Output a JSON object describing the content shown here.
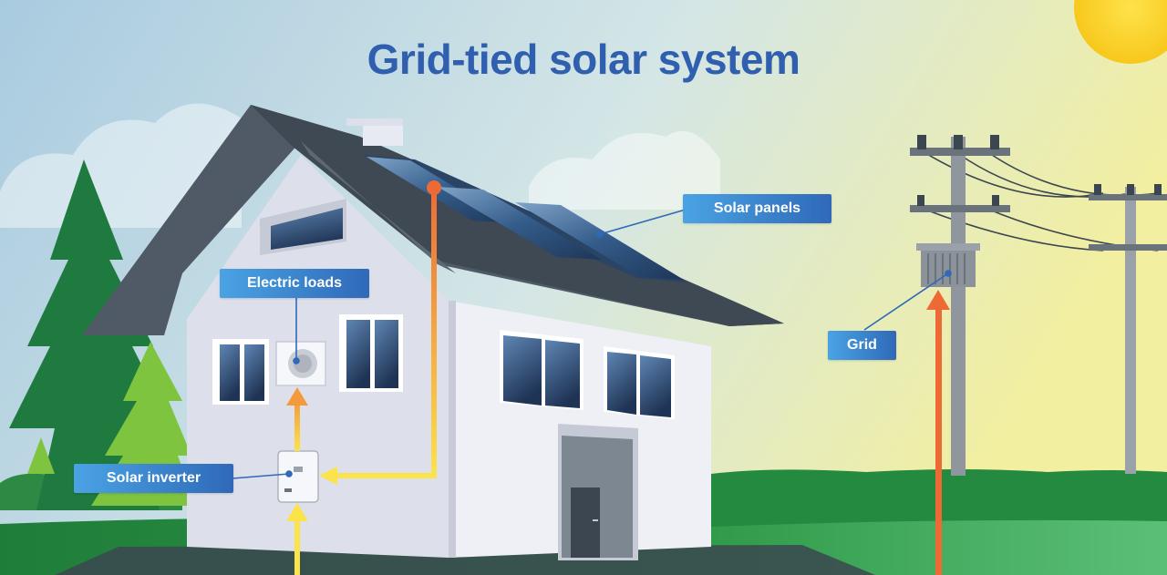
{
  "title": "Grid-tied solar system",
  "labels": {
    "solar_panels": "Solar panels",
    "electric_loads": "Electric loads",
    "grid": "Grid",
    "solar_inverter": "Solar inverter"
  },
  "colors": {
    "title": "#2f5fae",
    "label_start": "#4aa3e4",
    "label_end": "#2f69b8",
    "flow_orange": "#ee6a35",
    "flow_yellow": "#fbe34a",
    "roof": "#4f5a66",
    "wall": "#e7eaf3",
    "grass": "#2f9a48"
  }
}
